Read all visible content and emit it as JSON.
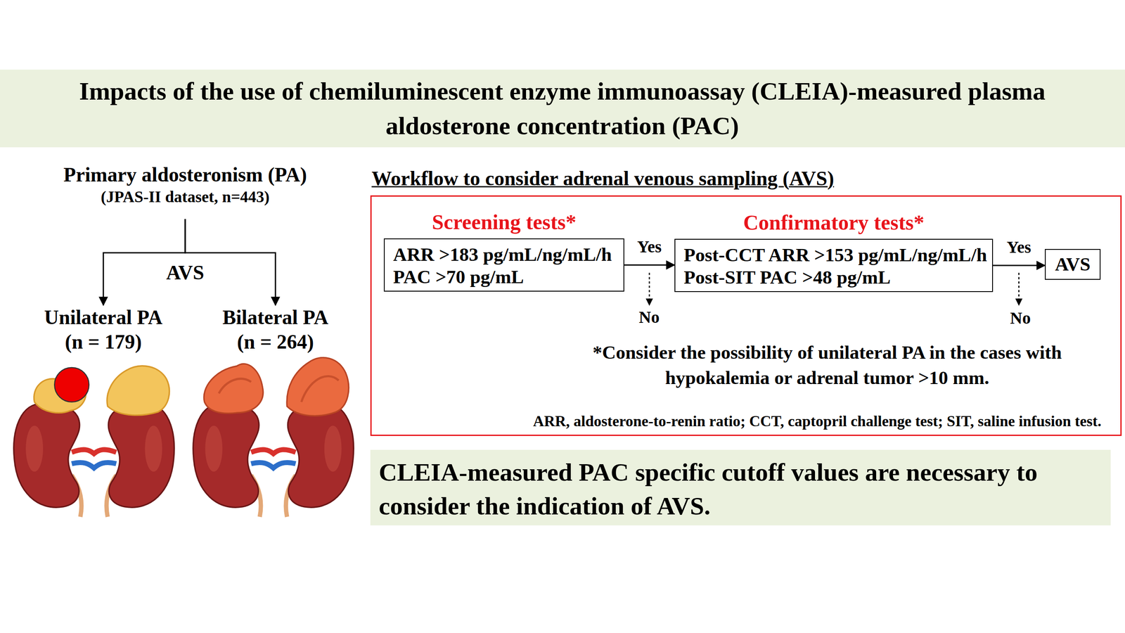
{
  "diagram": {
    "title": "Impacts of the use of chemiluminescent enzyme immunoassay (CLEIA)-measured plasma aldosterone concentration (PAC)",
    "nodes": [
      {
        "text": [
          "Primary aldosteronism (PA)",
          "(JPAS-II dataset, n=443)"
        ]
      },
      {
        "text": [
          "Unilateral PA",
          "(n = 179)"
        ]
      },
      {
        "text": [
          "Bilateral PA",
          "(n = 264)"
        ]
      },
      {
        "text": [
          "Workflow to consider adrenal venous sampling (AVS)",
          "*Consider the possibility of unilateral PA in the cases with hypokalemia or adrenal tumor >10 mm.",
          "ARR, aldosterone-to-renin ratio; CCT, captopril challenge test; SIT, saline infusion test."
        ]
      },
      {
        "text": [
          "Screening tests*",
          "ARR >183 pg/mL/ng/mL/h PAC >70 pg/mL"
        ],
        "in": 3
      },
      {
        "text": [
          "Confirmatory tests*",
          "Post-CCT ARR >153 pg/mL/ng/mL/h Post-SIT PAC >48 pg/mL"
        ],
        "in": 3
      },
      {
        "text": [
          "AVS"
        ],
        "in": 3
      },
      {
        "text": [
          "CLEIA-measured PAC specific cutoff values are necessary to consider the indication of AVS."
        ]
      }
    ],
    "edges": [
      {
        "from": 0,
        "to": 1,
        "arrow": "to"
      },
      {
        "from": 0,
        "to": 2,
        "arrow": "to"
      },
      {
        "from": 4,
        "to": 5,
        "label": "Yes",
        "arrow": "to"
      },
      {
        "from": 5,
        "to": 6,
        "label": "Yes",
        "arrow": "to"
      }
    ],
    "labels": [
      "AVS",
      "No",
      "No"
    ]
  }
}
